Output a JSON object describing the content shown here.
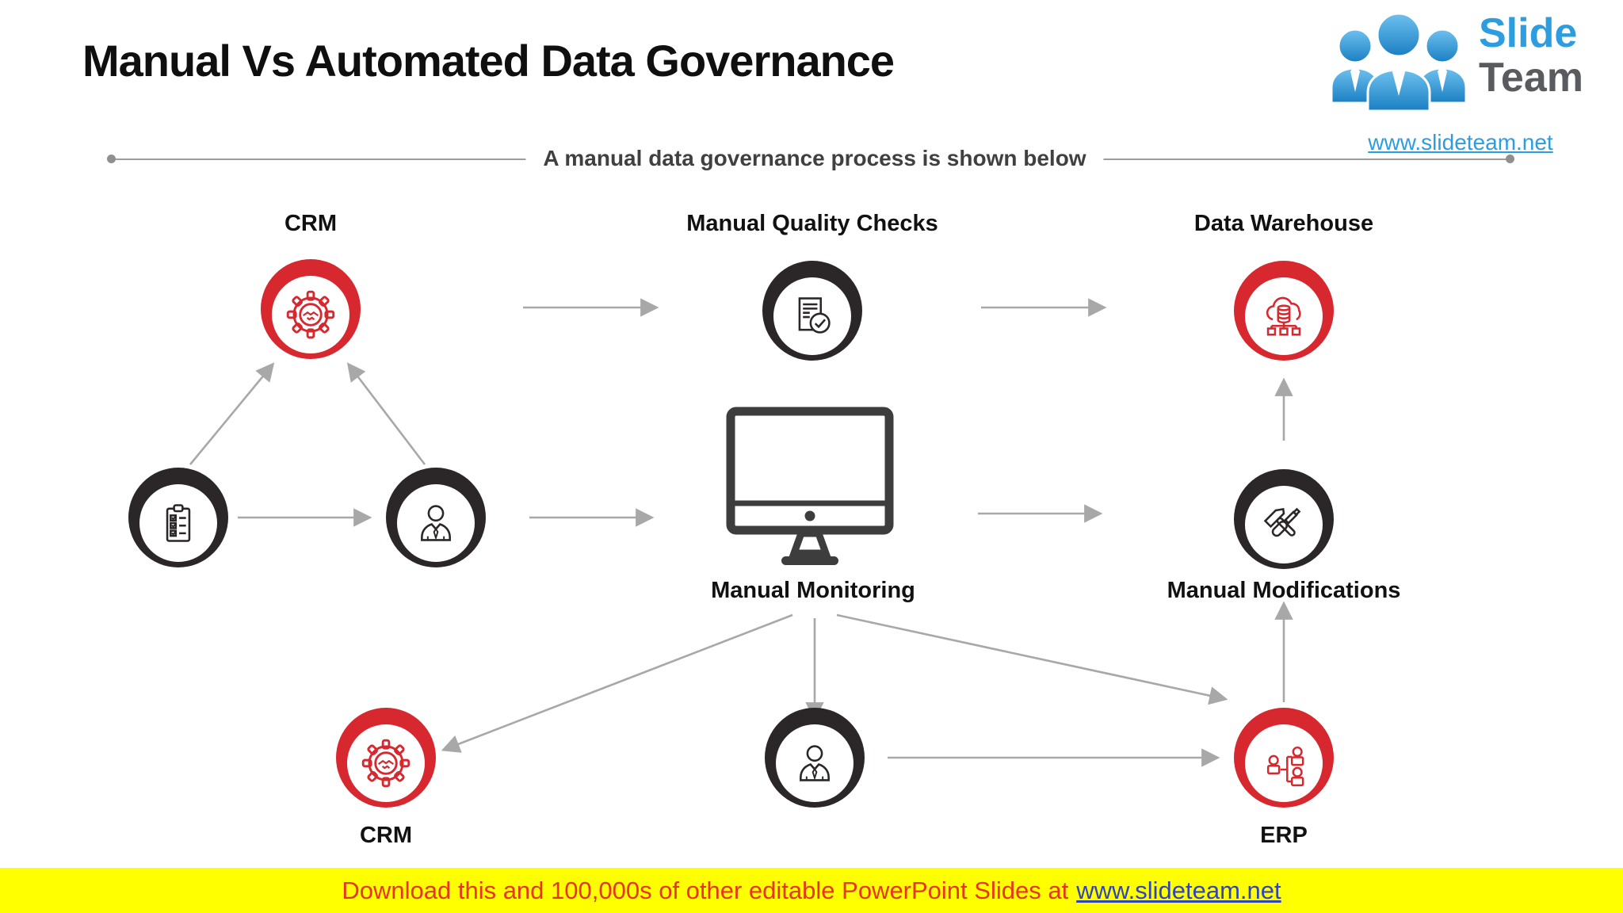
{
  "header": {
    "title": "Manual Vs Automated Data Governance"
  },
  "divider": {
    "label": "A manual data governance process is shown below"
  },
  "logo": {
    "name_part1": "Slide",
    "name_part2": "Team",
    "url": "www.slideteam.net",
    "icon": "three-people-logo-icon"
  },
  "diagram": {
    "nodes": {
      "crm_top": {
        "label": "CRM",
        "icon": "gear-handshake-icon",
        "color": "#d7282f"
      },
      "manual_quality_checks": {
        "label": "Manual Quality Checks",
        "icon": "document-check-icon",
        "color": "#2b2728"
      },
      "data_warehouse": {
        "label": "Data Warehouse",
        "icon": "cloud-database-icon",
        "color": "#d7282f"
      },
      "checklist": {
        "icon": "clipboard-checklist-icon",
        "color": "#2b2728"
      },
      "operator": {
        "icon": "businessman-icon",
        "color": "#2b2728"
      },
      "manual_monitoring": {
        "label": "Manual Monitoring",
        "icon": "monitor-icon",
        "color": "#3d3d3d"
      },
      "manual_modifications": {
        "label": "Manual Modifications",
        "icon": "hammer-screwdriver-icon",
        "color": "#2b2728"
      },
      "crm_bottom": {
        "label": "CRM",
        "icon": "gear-handshake-icon",
        "color": "#d7282f"
      },
      "reviewer": {
        "icon": "businessman-icon",
        "color": "#2b2728"
      },
      "erp": {
        "label": "ERP",
        "icon": "org-people-icon",
        "color": "#d7282f"
      }
    },
    "connections": [
      {
        "from": "checklist",
        "to": "crm_top"
      },
      {
        "from": "operator",
        "to": "crm_top"
      },
      {
        "from": "checklist",
        "to": "operator"
      },
      {
        "from": "operator",
        "to": "manual_monitoring"
      },
      {
        "from": "crm_top",
        "to": "manual_quality_checks"
      },
      {
        "from": "manual_quality_checks",
        "to": "data_warehouse"
      },
      {
        "from": "manual_monitoring",
        "to": "manual_modifications"
      },
      {
        "from": "manual_modifications",
        "to": "data_warehouse"
      },
      {
        "from": "manual_monitoring",
        "to": "crm_bottom"
      },
      {
        "from": "manual_monitoring",
        "to": "reviewer"
      },
      {
        "from": "manual_monitoring",
        "to": "erp"
      },
      {
        "from": "reviewer",
        "to": "erp"
      },
      {
        "from": "erp",
        "to": "manual_modifications"
      }
    ]
  },
  "banner": {
    "text": "Download this and 100,000s of other editable PowerPoint Slides at",
    "link": "www.slideteam.net",
    "background": "#ffff00"
  },
  "colors": {
    "accent_red": "#d7282f",
    "node_dark": "#2b2728",
    "arrow_gray": "#a8a8a8",
    "subtitle_gray": "#404040",
    "logo_blue": "#2d9de0",
    "logo_gray": "#5a5b5e",
    "banner_red": "#e8341c",
    "banner_link_blue": "#2f44c0"
  }
}
